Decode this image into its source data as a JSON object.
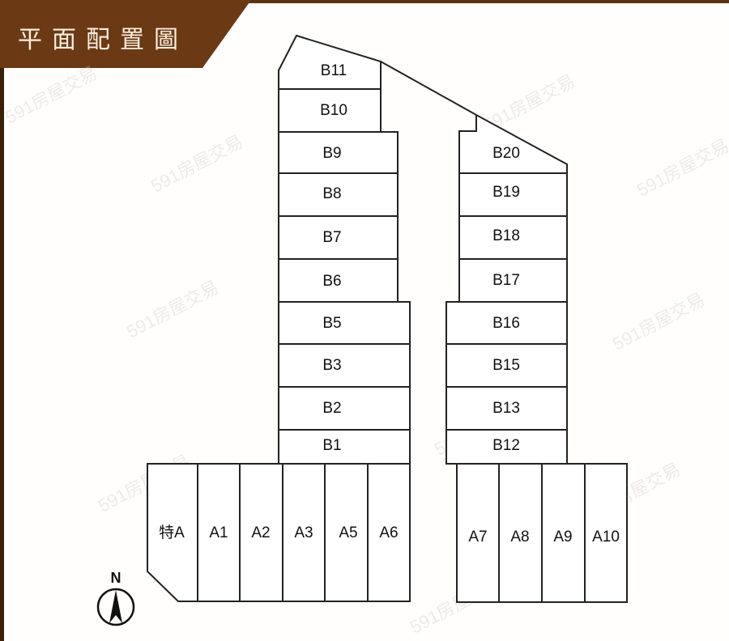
{
  "header": {
    "title": "平面配置圖",
    "banner_color": "#6b3a14",
    "title_color": "#fbeee0"
  },
  "compass": {
    "label": "N",
    "icon": "north-arrow-icon"
  },
  "watermark": {
    "text": "591房屋交易"
  },
  "lots": {
    "B11": "B11",
    "B10": "B10",
    "B9": "B9",
    "B8": "B8",
    "B7": "B7",
    "B6": "B6",
    "B5": "B5",
    "B3": "B3",
    "B2": "B2",
    "B1": "B1",
    "B20": "B20",
    "B19": "B19",
    "B18": "B18",
    "B17": "B17",
    "B16": "B16",
    "B15": "B15",
    "B13": "B13",
    "B12": "B12",
    "TA": "特A",
    "A1": "A1",
    "A2": "A2",
    "A3": "A3",
    "A5": "A5",
    "A6": "A6",
    "A7": "A7",
    "A8": "A8",
    "A9": "A9",
    "A10": "A10"
  }
}
